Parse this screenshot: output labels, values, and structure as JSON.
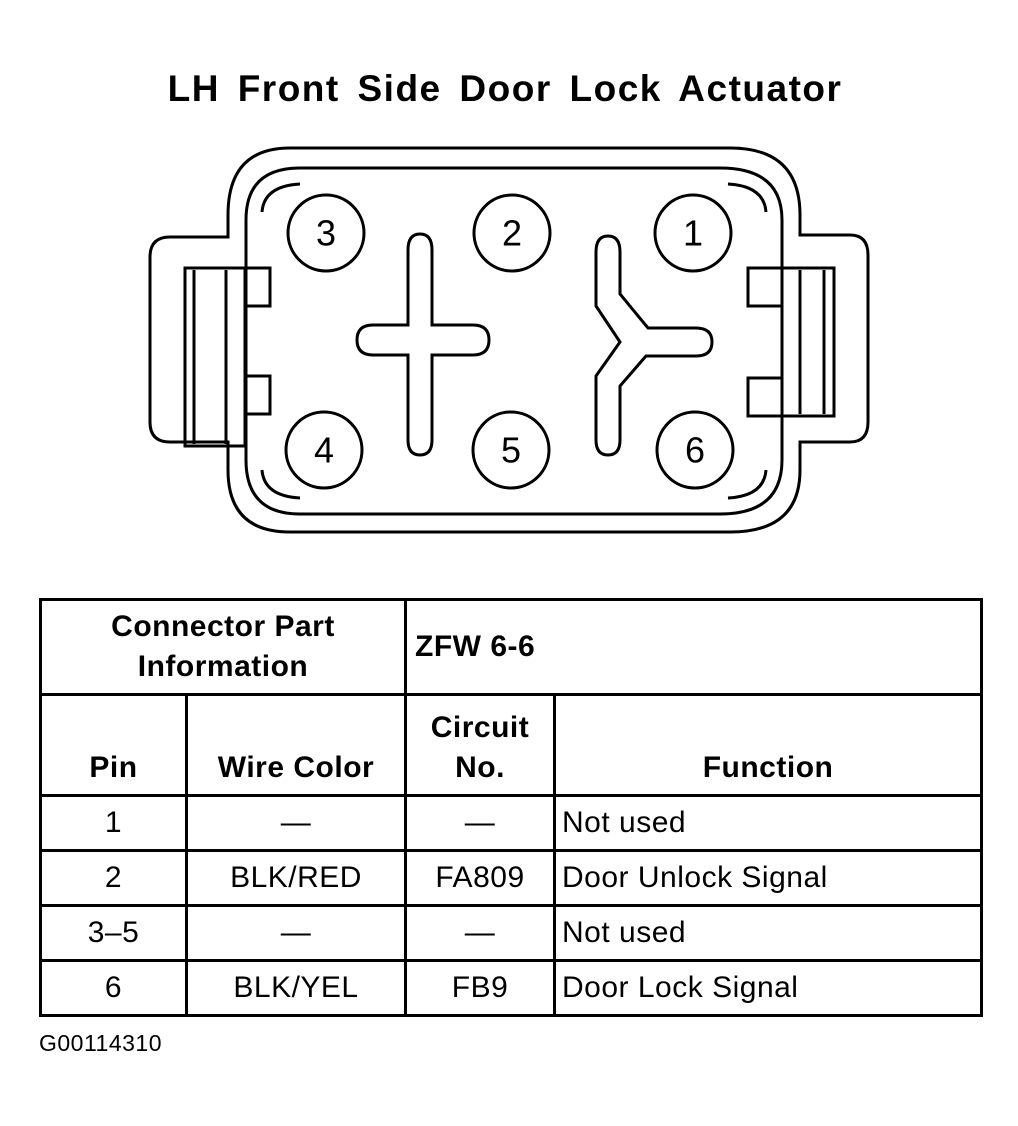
{
  "title": "LH Front Side Door Lock Actuator",
  "pins": [
    {
      "label": "1"
    },
    {
      "label": "2"
    },
    {
      "label": "3"
    },
    {
      "label": "4"
    },
    {
      "label": "5"
    },
    {
      "label": "6"
    }
  ],
  "table": {
    "part_info_label_line1": "Connector Part",
    "part_info_label_line2": "Information",
    "part_info_value": "ZFW 6-6",
    "headers": {
      "pin": "Pin",
      "wire_color": "Wire Color",
      "circuit_line1": "Circuit",
      "circuit_line2": "No.",
      "function": "Function"
    },
    "rows": [
      {
        "pin": "1",
        "wire_color": "—",
        "circuit": "—",
        "function": "Not used"
      },
      {
        "pin": "2",
        "wire_color": "BLK/RED",
        "circuit": "FA809",
        "function": "Door Unlock Signal"
      },
      {
        "pin": "3–5",
        "wire_color": "—",
        "circuit": "—",
        "function": "Not used"
      },
      {
        "pin": "6",
        "wire_color": "BLK/YEL",
        "circuit": "FB9",
        "function": "Door Lock Signal"
      }
    ]
  },
  "figure_id": "G00114310"
}
